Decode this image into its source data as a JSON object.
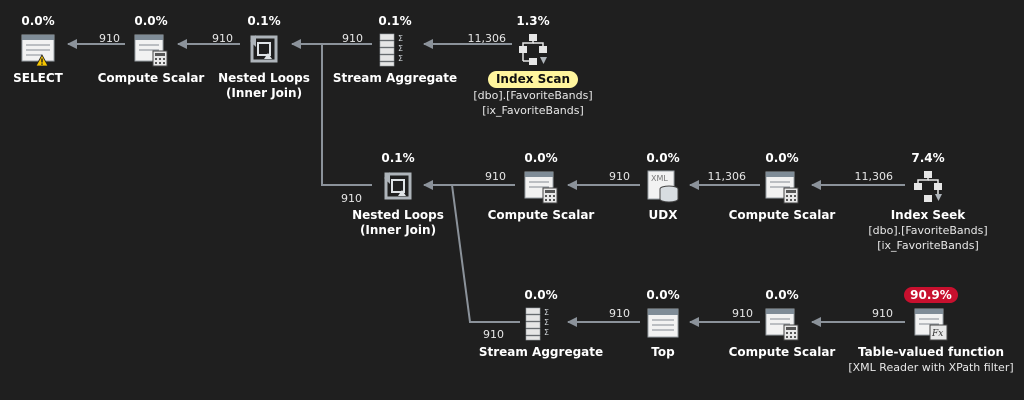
{
  "colors": {
    "background": "#1f1f1f",
    "arrow": "#8b929a",
    "text": "#ffffff",
    "highlight": "#fff59d",
    "hot": "#c8102e"
  },
  "nodes": {
    "select": {
      "pct": "0.0%",
      "name": "SELECT",
      "icon": "select-warning-icon"
    },
    "cs1": {
      "pct": "0.0%",
      "name": "Compute Scalar",
      "icon": "compute-scalar-icon"
    },
    "nl1": {
      "pct": "0.1%",
      "name": "Nested Loops",
      "name2": "(Inner Join)",
      "icon": "nested-loops-icon"
    },
    "sa1": {
      "pct": "0.1%",
      "name": "Stream Aggregate",
      "icon": "stream-aggregate-icon"
    },
    "iscan": {
      "pct": "1.3%",
      "name": "Index Scan",
      "obj1": "[dbo].[FavoriteBands]",
      "obj2": "[ix_FavoriteBands]",
      "icon": "index-scan-icon"
    },
    "nl2": {
      "pct": "0.1%",
      "name": "Nested Loops",
      "name2": "(Inner Join)",
      "icon": "nested-loops-icon"
    },
    "cs2": {
      "pct": "0.0%",
      "name": "Compute Scalar",
      "icon": "compute-scalar-icon"
    },
    "udx": {
      "pct": "0.0%",
      "name": "UDX",
      "icon": "udx-xml-icon"
    },
    "cs3": {
      "pct": "0.0%",
      "name": "Compute Scalar",
      "icon": "compute-scalar-icon"
    },
    "iseek": {
      "pct": "7.4%",
      "name": "Index Seek",
      "obj1": "[dbo].[FavoriteBands]",
      "obj2": "[ix_FavoriteBands]",
      "icon": "index-seek-icon"
    },
    "sa2": {
      "pct": "0.0%",
      "name": "Stream Aggregate",
      "icon": "stream-aggregate-icon"
    },
    "top": {
      "pct": "0.0%",
      "name": "Top",
      "icon": "top-icon"
    },
    "cs4": {
      "pct": "0.0%",
      "name": "Compute Scalar",
      "icon": "compute-scalar-icon"
    },
    "tvf": {
      "pct": "90.9%",
      "name": "Table-valued function",
      "obj1": "[XML Reader with XPath filter]",
      "icon": "table-valued-function-icon"
    }
  },
  "rows": {
    "cs1_to_select": "910",
    "nl1_to_cs1": "910",
    "sa1_to_nl1": "910",
    "iscan_to_sa1": "11,306",
    "nl2_to_nl1": "910",
    "cs2_to_nl2": "910",
    "udx_to_cs2": "910",
    "cs3_to_udx": "11,306",
    "iseek_to_cs3": "11,306",
    "sa2_to_nl2": "910",
    "top_to_sa2": "910",
    "cs4_to_top": "910",
    "tvf_to_cs4": "910"
  }
}
